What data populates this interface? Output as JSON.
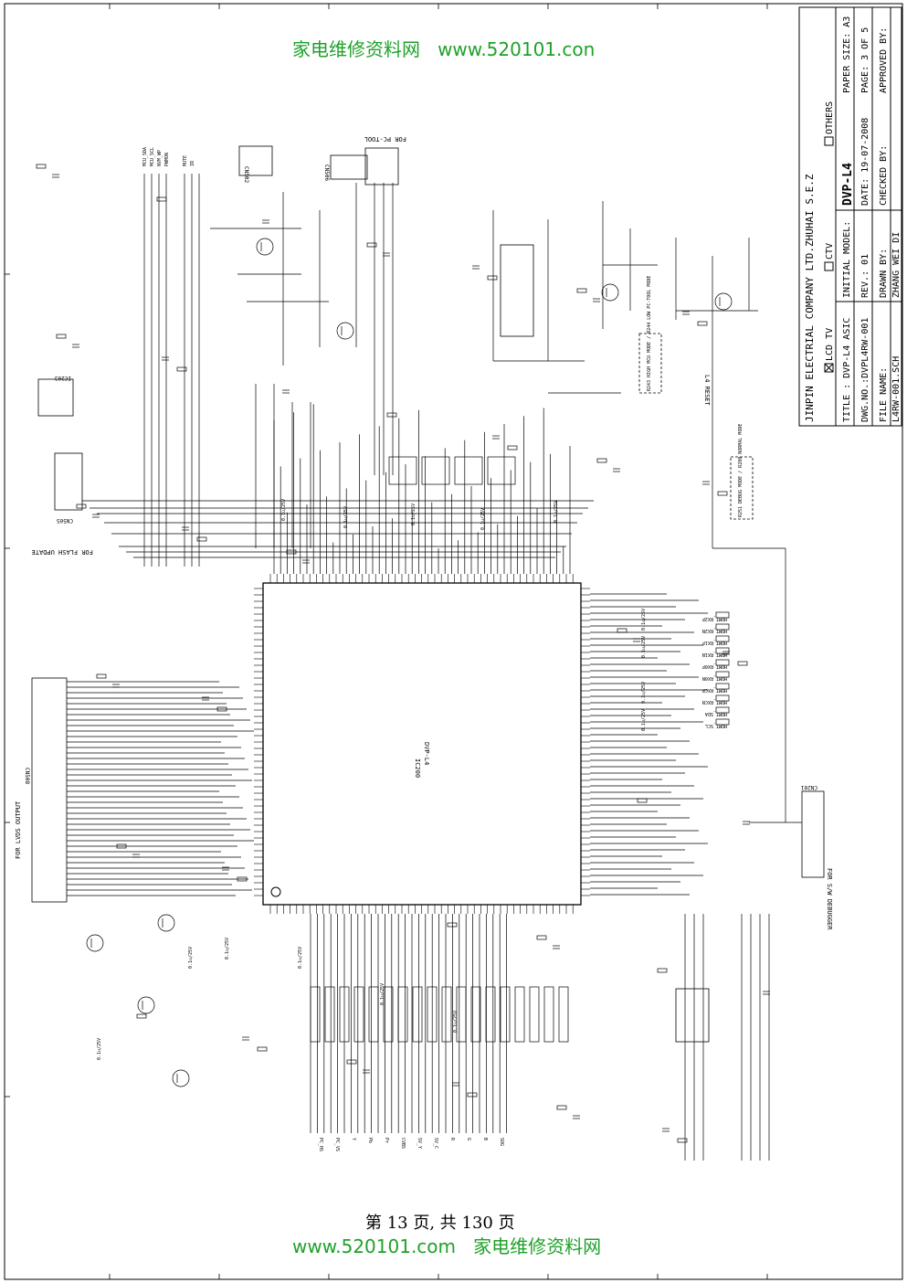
{
  "watermark": {
    "top_cn": "家电维修资料网",
    "top_url": "www.520101.con",
    "bottom_url": "www.520101.com",
    "bottom_cn": "家电维修资料网"
  },
  "page_footer": "第 13 页, 共 130 页",
  "title_block": {
    "company": "JINPIN ELECTRIAL COMPANY LTD.ZHUHAI S.E.Z",
    "chk_lcd": "LCD TV",
    "chk_ctv": "CTV",
    "chk_others": "OTHERS",
    "title": "TITLE : DVP-L4 ASIC",
    "initial_model_label": "INITIAL MODEL:",
    "initial_model": "DVP-L4",
    "paper_size": "PAPER SIZE: A3",
    "dwg_no": "DWG.NO.:DVPL4RW-001",
    "rev": "REV.: 01",
    "date": "DATE: 19-07-2008",
    "page": "PAGE: 3 OF 5",
    "file_name_label": "FILE NAME:",
    "file_name": "L4RW-001.SCH",
    "drawn_by_label": "DRAWN BY:",
    "drawn_by": "ZHANG WEI DI",
    "checked_by": "CHECKED BY:",
    "approved_by": "APPROVED BY:"
  },
  "schematic": {
    "main_ic": "IC200",
    "main_ic_part": "DVP-L4",
    "flash_update": "FOR FLASH UPDATE",
    "pc_tool": "FOR PC-TOOL",
    "lvds_output": "FOR LVDS OUTPUT",
    "sw_debugger": "FOR S/W DEBUGGER",
    "l4_reset": "L4 RESET",
    "mcu_mode": "R243 HIGH MCU MODE / R244 LOW PC-TOOL MODE",
    "debug_mode": "R251 DEBUG MODE / R280 NORMAL MODE",
    "cn_labels": [
      "CN502",
      "CN506",
      "CN505",
      "CN508",
      "CN201",
      "IC203"
    ],
    "left_nets": [
      "MCU_SDA",
      "MCU_SCL",
      "NVM_WP",
      "PWMON",
      "MUTE",
      "IR"
    ],
    "bottom_nets": [
      "PC_HS",
      "PC_VS",
      "Y",
      "Pb",
      "Pr",
      "CVBS",
      "SV_Y",
      "SV_C",
      "R",
      "G",
      "B",
      "SOG"
    ],
    "right_nets": [
      "HDMI_RX2P",
      "HDMI_RX2N",
      "HDMI_RX1P",
      "HDMI_RX1N",
      "HDMI_RX0P",
      "HDMI_RX0N",
      "HDMI_RXCP",
      "HDMI_RXCN",
      "HDMI_SDA",
      "HDMI_SCL"
    ],
    "cap_value": "0.1u/25V"
  }
}
